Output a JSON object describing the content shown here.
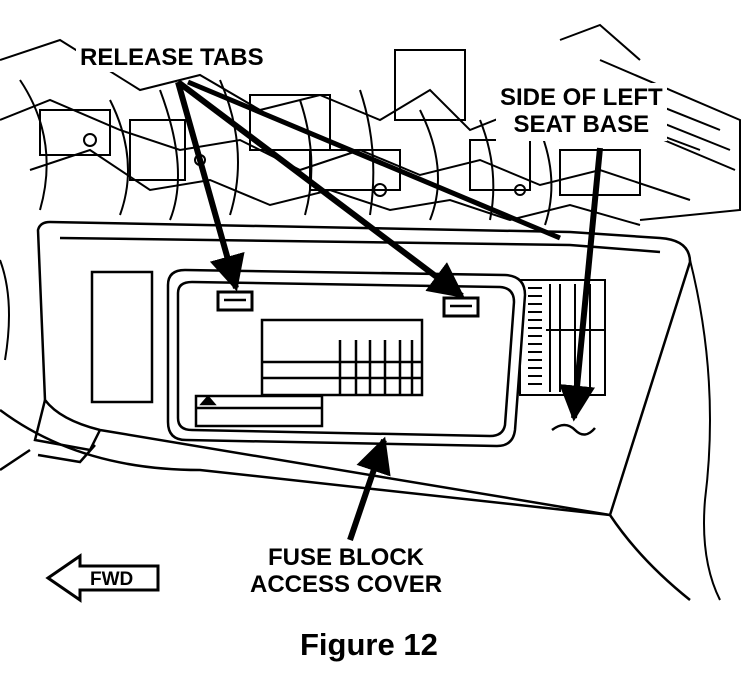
{
  "callouts": {
    "release_tabs": "RELEASE TABS",
    "side_of_left_seat_base_line1": "SIDE OF LEFT",
    "side_of_left_seat_base_line2": "SEAT BASE",
    "fuse_block_line1": "FUSE BLOCK",
    "fuse_block_line2": "ACCESS COVER",
    "direction": "FWD"
  },
  "caption": "Figure 12",
  "icons": [
    "fwd-arrow-icon"
  ],
  "colors": {
    "ink": "#000000",
    "paper": "#ffffff"
  }
}
